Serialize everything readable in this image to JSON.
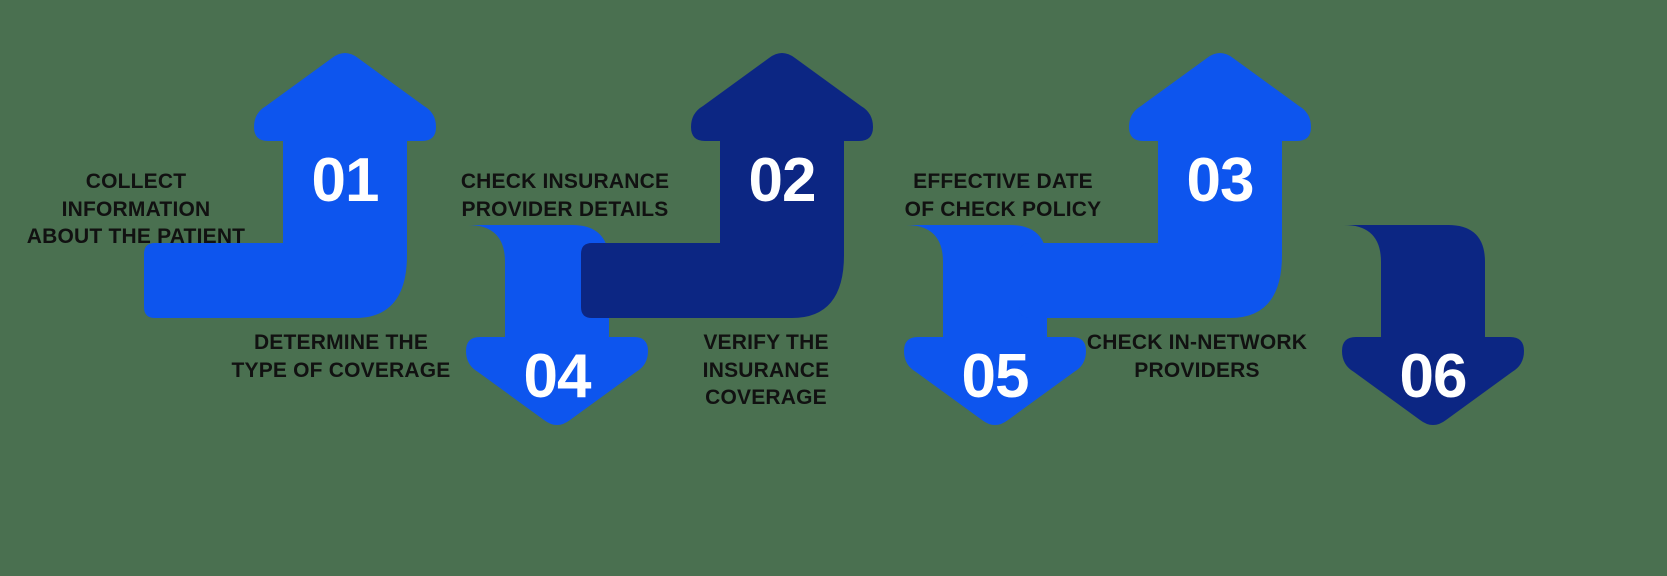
{
  "meta": {
    "background_color": "#4a7050",
    "accent_primary": "#0d55ee",
    "accent_dark": "#0c2683",
    "number_color": "#ffffff",
    "label_color": "#111111"
  },
  "process": {
    "steps": [
      {
        "number": "01",
        "label": "COLLECT INFORMATION\nABOUT THE PATIENT",
        "color": "#0d55ee",
        "direction": "up",
        "label_position": "left-top"
      },
      {
        "number": "02",
        "label": "CHECK INSURANCE\nPROVIDER DETAILS",
        "color": "#0c2683",
        "direction": "up",
        "label_position": "left-top"
      },
      {
        "number": "03",
        "label": "EFFECTIVE DATE\nOF CHECK POLICY",
        "color": "#0d55ee",
        "direction": "up",
        "label_position": "left-top"
      },
      {
        "number": "04",
        "label": "DETERMINE THE\nTYPE OF COVERAGE",
        "color": "#0d55ee",
        "direction": "down",
        "label_position": "left-bottom"
      },
      {
        "number": "05",
        "label": "VERIFY THE\nINSURANCE COVERAGE",
        "color": "#0d55ee",
        "direction": "down",
        "label_position": "left-bottom"
      },
      {
        "number": "06",
        "label": "CHECK IN-NETWORK\nPROVIDERS",
        "color": "#0c2683",
        "direction": "down",
        "label_position": "left-bottom"
      }
    ]
  }
}
